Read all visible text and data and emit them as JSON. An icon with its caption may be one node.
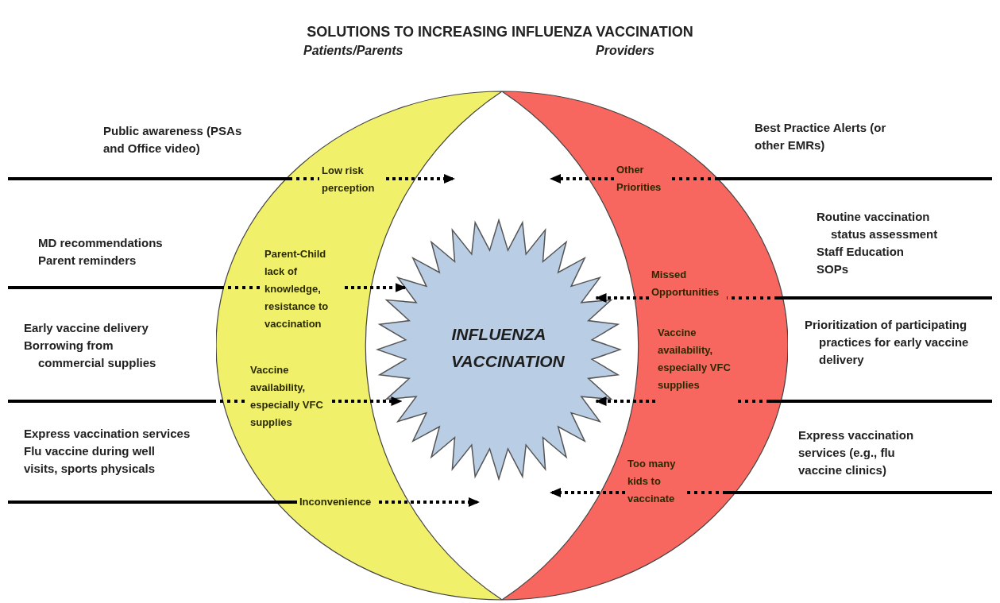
{
  "diagram": {
    "title": "SOLUTIONS TO INCREASING INFLUENZA VACCINATION",
    "nodes": [
      {
        "text": [
          "Patients/Parents"
        ]
      },
      {
        "text": [
          "Providers"
        ]
      },
      {
        "text": [
          "INFLUENZA VACCINATION"
        ]
      },
      {
        "text": [
          "Low risk perception"
        ],
        "in": 0
      },
      {
        "text": [
          "Parent-Child lack of knowledge, resistance to vaccination"
        ],
        "in": 0
      },
      {
        "text": [
          "Vaccine availability, especially VFC supplies"
        ],
        "in": 0
      },
      {
        "text": [
          "Inconvenience"
        ],
        "in": 0
      },
      {
        "text": [
          "Other Priorities"
        ],
        "in": 1
      },
      {
        "text": [
          "Missed Opportunities"
        ],
        "in": 1
      },
      {
        "text": [
          "Vaccine availability, especially VFC supplies"
        ],
        "in": 1
      },
      {
        "text": [
          "Too many kids to vaccinate"
        ],
        "in": 1
      }
    ],
    "edges": [
      {
        "from": null,
        "to": 3,
        "arrow": "none"
      },
      {
        "from": 3,
        "to": null,
        "arrow": "to",
        "style": "dashed"
      },
      {
        "from": null,
        "to": 4,
        "arrow": "none"
      },
      {
        "from": 4,
        "to": 2,
        "arrow": "to",
        "style": "dashed"
      },
      {
        "from": null,
        "to": 5,
        "arrow": "none"
      },
      {
        "from": 5,
        "to": 2,
        "arrow": "to",
        "style": "dashed"
      },
      {
        "from": null,
        "to": 6,
        "arrow": "none"
      },
      {
        "from": 6,
        "to": null,
        "arrow": "to",
        "style": "dashed"
      },
      {
        "from": null,
        "to": 7,
        "arrow": "none"
      },
      {
        "from": 7,
        "to": null,
        "arrow": "to",
        "style": "dashed"
      },
      {
        "from": null,
        "to": 8,
        "arrow": "none"
      },
      {
        "from": 8,
        "to": 2,
        "arrow": "to",
        "style": "dashed"
      },
      {
        "from": null,
        "to": 9,
        "arrow": "none"
      },
      {
        "from": 9,
        "to": 2,
        "arrow": "to",
        "style": "dashed"
      },
      {
        "from": null,
        "to": 10,
        "arrow": "none"
      },
      {
        "from": 10,
        "to": null,
        "arrow": "to",
        "style": "dashed"
      }
    ],
    "labels": [
      "Public awareness (PSAs and Office video)",
      "Best Practice Alerts (or other EMRs)",
      "Routine vaccination status assessment",
      "MD recommendations",
      "Parent reminders",
      "Staff Education",
      "SOPs",
      "Early vaccine delivery",
      "Borrowing from commercial supplies",
      "Prioritization of participating practices for early vaccine delivery",
      "Express vaccination services",
      "Flu vaccine during well visits, sports physicals",
      "Express vaccination services (e.g., flu vaccine clinics)"
    ]
  }
}
